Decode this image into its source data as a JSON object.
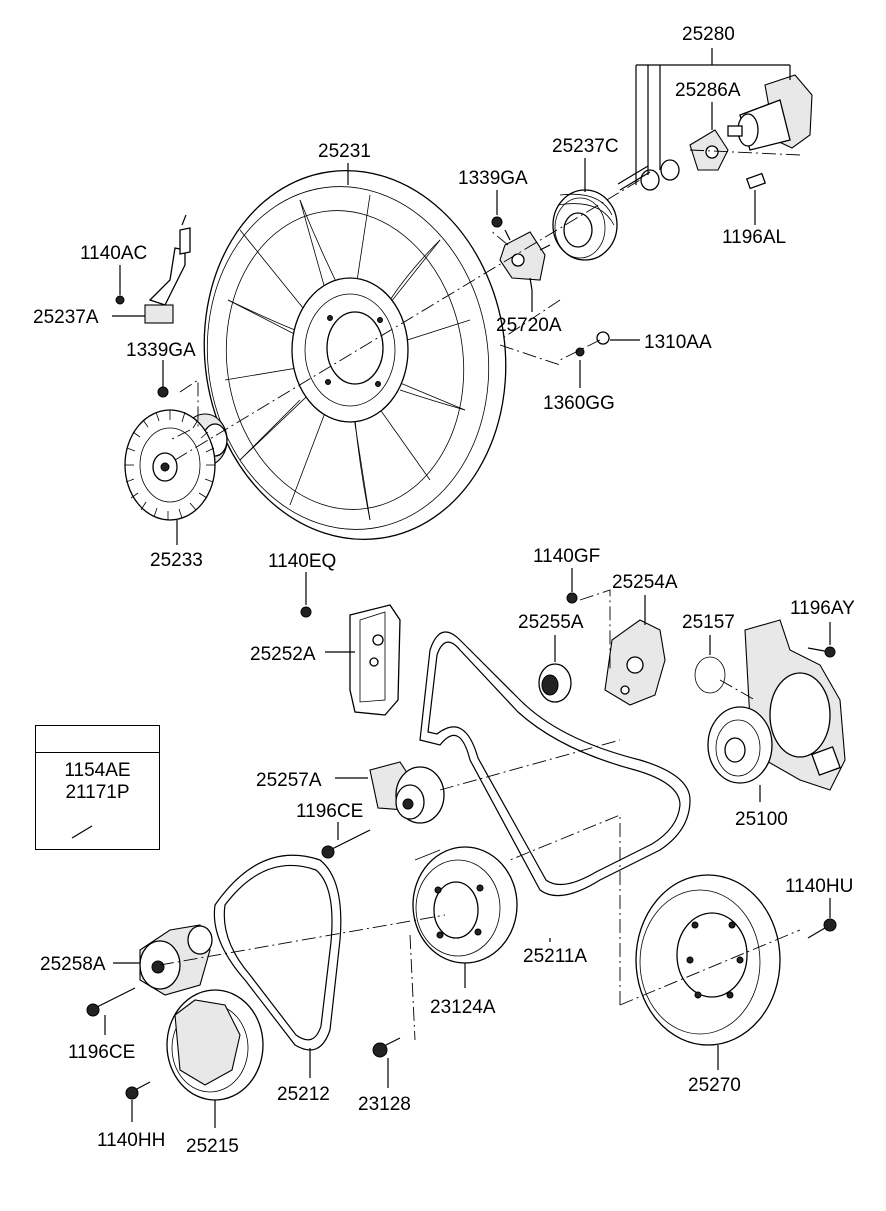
{
  "labels": {
    "p25280": "25280",
    "p25286A": "25286A",
    "p25231": "25231",
    "p25237C": "25237C",
    "p1339GA_top": "1339GA",
    "p1140AC": "1140AC",
    "p25237A": "25237A",
    "p1196AL": "1196AL",
    "p25720A": "25720A",
    "p1310AA": "1310AA",
    "p1339GA_mid": "1339GA",
    "p1360GG": "1360GG",
    "p25233": "25233",
    "p1140EQ": "1140EQ",
    "p1140GF": "1140GF",
    "p25254A": "25254A",
    "p25255A": "25255A",
    "p25157": "25157",
    "p1196AY": "1196AY",
    "p25252A": "25252A",
    "p25257A": "25257A",
    "p1196CE_mid": "1196CE",
    "p25100": "25100",
    "p1140HU": "1140HU",
    "p25258A": "25258A",
    "p25211A": "25211A",
    "p23124A": "23124A",
    "p1196CE_low": "1196CE",
    "p25212": "25212",
    "p23128": "23128",
    "p25270": "25270",
    "p1140HH": "1140HH",
    "p25215": "25215"
  },
  "legend": {
    "line1": "1154AE",
    "line2": "21171P"
  }
}
